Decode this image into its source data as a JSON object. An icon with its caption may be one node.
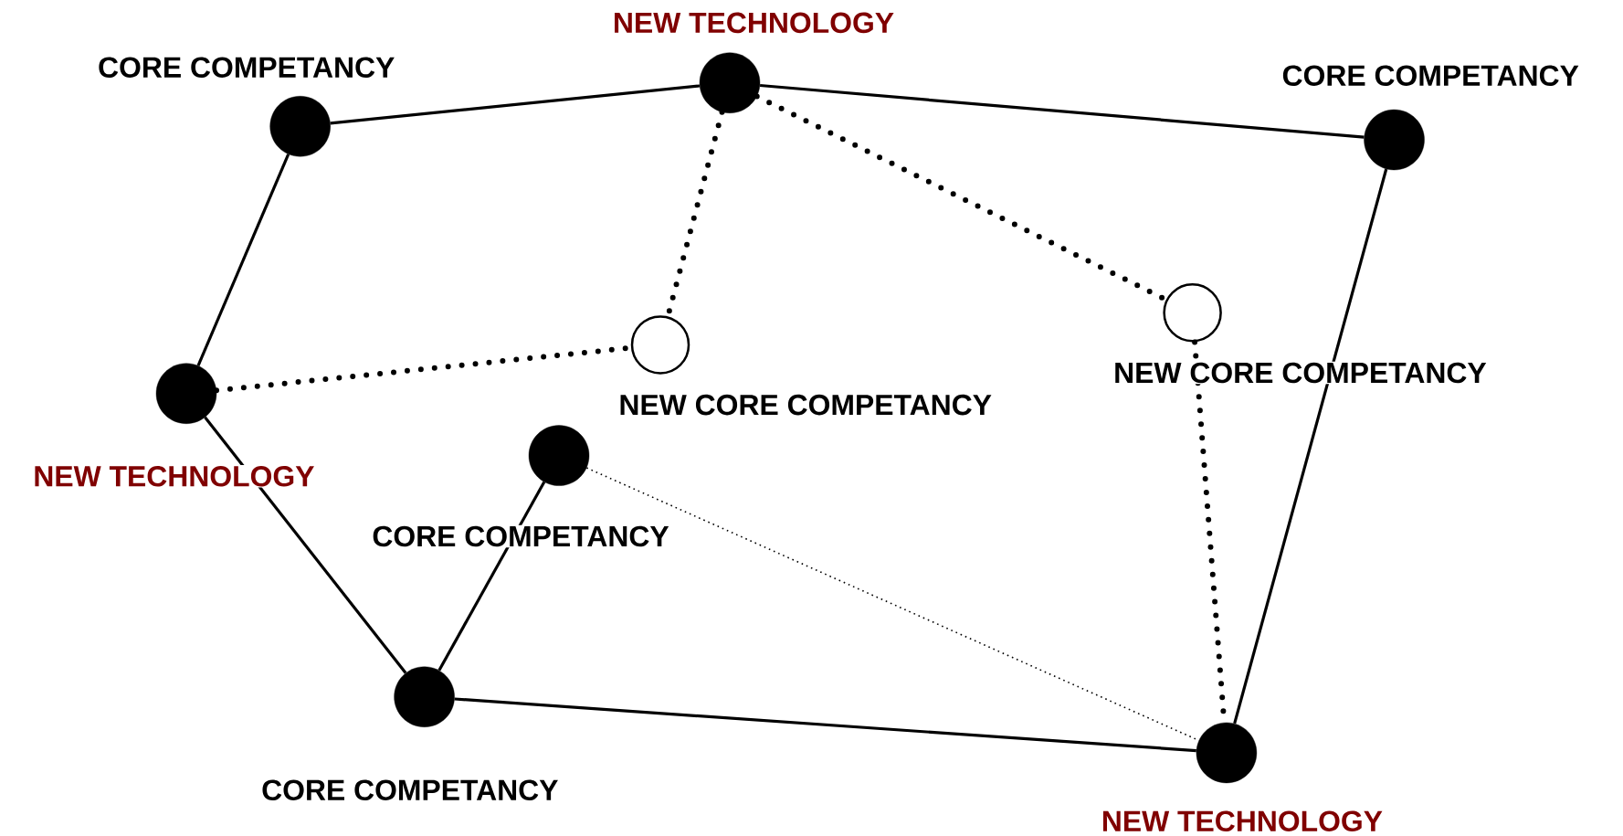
{
  "diagram": {
    "nodes": [
      {
        "text": [],
        "shape": "dot",
        "beside": [
          "NEW TECHNOLOGY"
        ]
      },
      {
        "text": [],
        "shape": "dot",
        "beside": [
          "CORE COMPETANCY"
        ]
      },
      {
        "text": [],
        "shape": "dot",
        "beside": [
          "CORE COMPETANCY"
        ]
      },
      {
        "text": [],
        "shape": "circle",
        "beside": [
          "NEW CORE COMPETANCY"
        ]
      },
      {
        "text": [],
        "shape": "circle",
        "beside": [
          "NEW CORE COMPETANCY"
        ]
      },
      {
        "text": [],
        "shape": "dot",
        "beside": [
          "NEW TECHNOLOGY"
        ]
      },
      {
        "text": [],
        "shape": "dot",
        "beside": [
          "CORE COMPETANCY"
        ]
      },
      {
        "text": [],
        "shape": "dot",
        "beside": [
          "CORE COMPETANCY"
        ]
      },
      {
        "text": [],
        "shape": "dot",
        "beside": [
          "NEW TECHNOLOGY"
        ]
      }
    ],
    "edges": [
      {
        "from": 1,
        "to": 0,
        "arrow": "none"
      },
      {
        "from": 0,
        "to": 2,
        "arrow": "none"
      },
      {
        "from": 1,
        "to": 5,
        "arrow": "none"
      },
      {
        "from": 2,
        "to": 8,
        "arrow": "none"
      },
      {
        "from": 5,
        "to": 7,
        "arrow": "none"
      },
      {
        "from": 7,
        "to": 6,
        "arrow": "none"
      },
      {
        "from": 7,
        "to": 8,
        "arrow": "none"
      },
      {
        "from": 0,
        "to": 4,
        "arrow": "none",
        "style": "dashed"
      },
      {
        "from": 5,
        "to": 4,
        "arrow": "none",
        "style": "dashed"
      },
      {
        "from": 0,
        "to": 3,
        "arrow": "none",
        "style": "dashed"
      },
      {
        "from": 3,
        "to": 8,
        "arrow": "none",
        "style": "dashed"
      },
      {
        "from": 6,
        "to": 8,
        "arrow": "none",
        "style": "dashed"
      }
    ]
  }
}
